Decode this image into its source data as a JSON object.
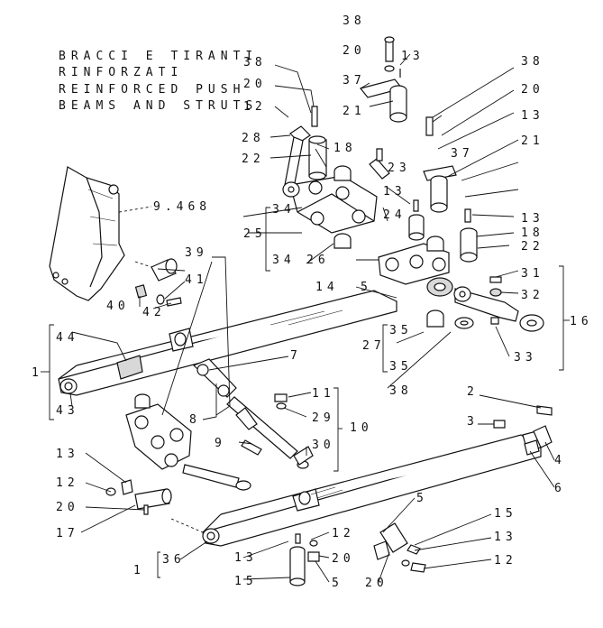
{
  "title": {
    "lines": [
      "BRACCI E TIRANTI",
      "RINFORZATI",
      "REINFORCED PUSH",
      "BEAMS AND STRUTS"
    ]
  },
  "reference": "9.468",
  "callouts": [
    "38",
    "20",
    "13",
    "37",
    "21",
    "38",
    "20",
    "13",
    "28",
    "22",
    "18",
    "23",
    "38",
    "20",
    "21",
    "37",
    "13",
    "18",
    "22",
    "25",
    "34",
    "24",
    "26",
    "34",
    "13",
    "39",
    "41",
    "40",
    "42",
    "31",
    "32",
    "14",
    "5",
    "44",
    "16",
    "1",
    "43",
    "35",
    "27",
    "35",
    "33",
    "7",
    "38",
    "11",
    "29",
    "8",
    "9",
    "10",
    "30",
    "2",
    "3",
    "4",
    "6",
    "13",
    "12",
    "20",
    "17",
    "5",
    "15",
    "13",
    "12",
    "36",
    "1",
    "13",
    "12",
    "20",
    "15",
    "5",
    "20",
    "12"
  ]
}
